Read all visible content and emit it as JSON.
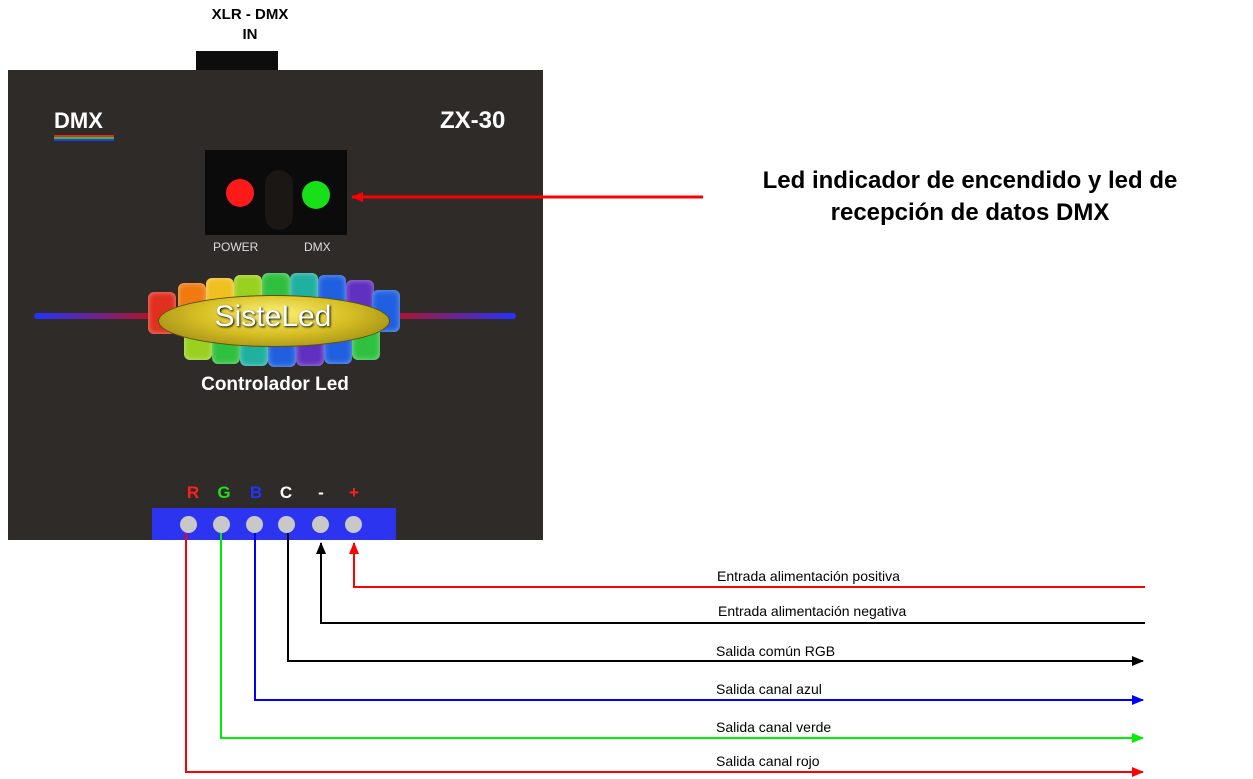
{
  "connector": {
    "line1": "XLR - DMX",
    "line2": "IN"
  },
  "device": {
    "logo": "DMX",
    "model": "ZX-30",
    "leds": [
      {
        "label": "POWER",
        "color": "#ff1a1a"
      },
      {
        "label": "DMX",
        "color": "#18e018"
      }
    ],
    "brand": "SisteLed",
    "subtitle": "Controlador Led",
    "terminals": [
      {
        "label": "R",
        "color": "#ff2020"
      },
      {
        "label": "G",
        "color": "#22dd22"
      },
      {
        "label": "B",
        "color": "#2233ff"
      },
      {
        "label": "C",
        "color": "#ffffff"
      },
      {
        "label": "-",
        "color": "#ffffff"
      },
      {
        "label": "+",
        "color": "#ff2020"
      }
    ]
  },
  "callout": {
    "line1": "Led indicador de encendido y led de",
    "line2": "recepción de datos DMX"
  },
  "wires": [
    {
      "label": "Entrada alimentación positiva",
      "color": "#ff0000"
    },
    {
      "label": "Entrada alimentación negativa",
      "color": "#000000"
    },
    {
      "label": "Salida común RGB",
      "color": "#000000"
    },
    {
      "label": "Salida canal azul",
      "color": "#0000ff"
    },
    {
      "label": "Salida canal verde",
      "color": "#00ee00"
    },
    {
      "label": "Salida canal rojo",
      "color": "#ff0000"
    }
  ]
}
